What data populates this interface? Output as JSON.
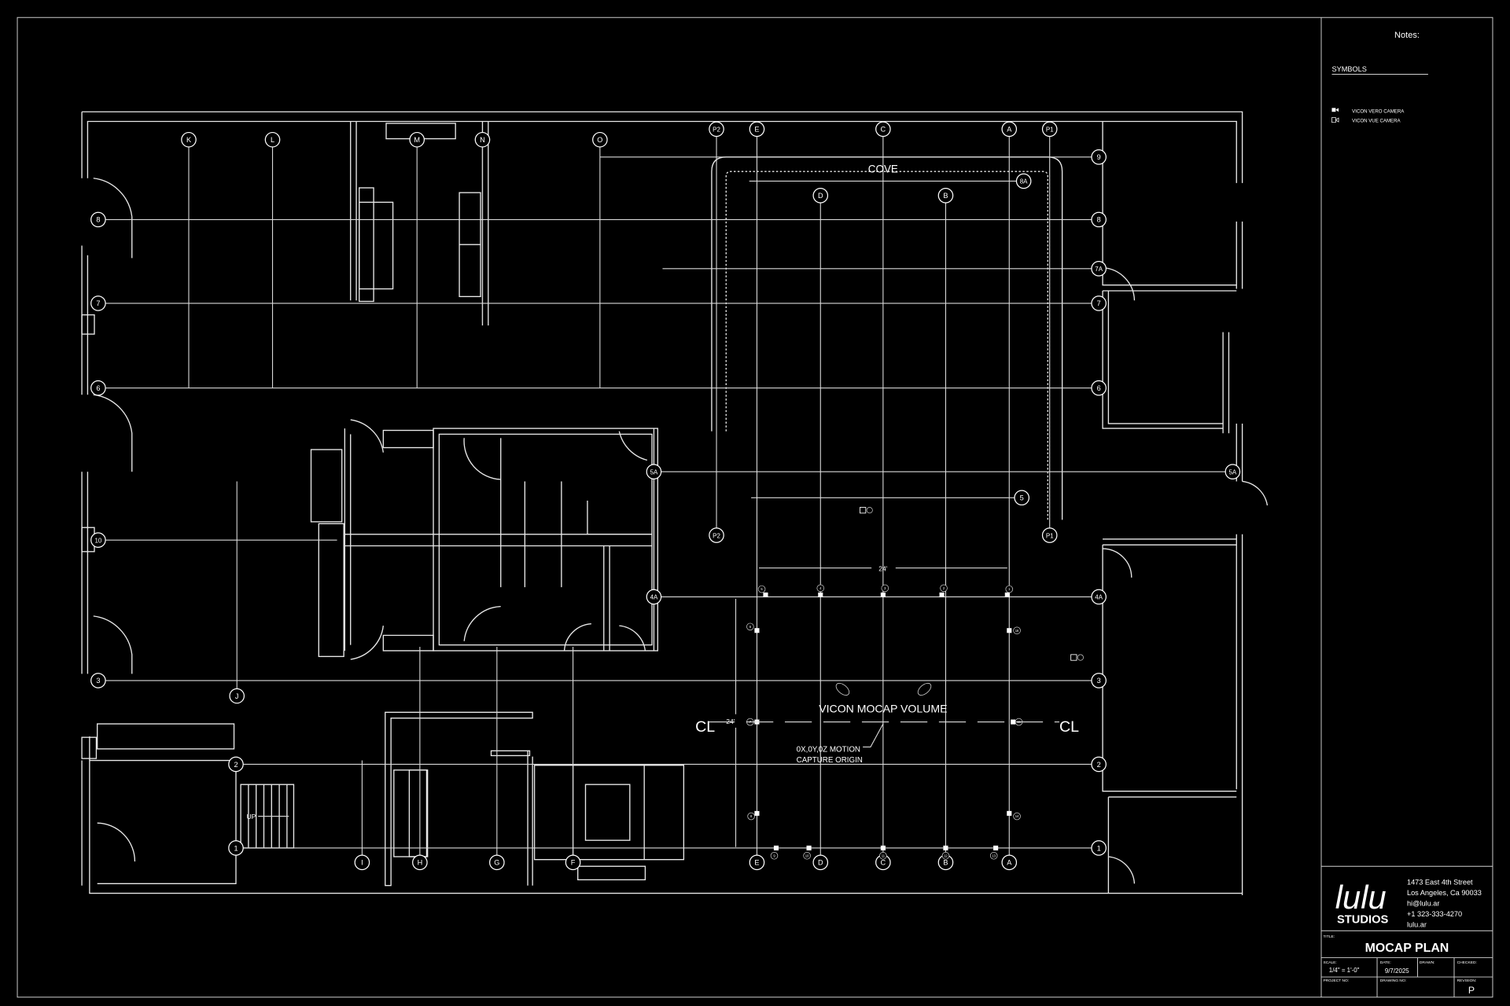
{
  "sheet": {
    "notes_label": "Notes:",
    "symbols_heading": "SYMBOLS",
    "symbols": [
      {
        "icon": "vicon-vero-camera-icon",
        "label": "VICON VERO CAMERA"
      },
      {
        "icon": "vicon-vue-camera-icon",
        "label": "VICON VUE CAMERA"
      }
    ]
  },
  "title_block": {
    "logo_script": "lulu",
    "logo_word": "STUDIOS",
    "address": [
      "1473 East 4th Street",
      "Los Angeles, Ca 90033",
      "hi@lulu.ar",
      "+1 323-333-4270",
      "lulu.ar"
    ],
    "title_label": "TITLE:",
    "title": "MOCAP PLAN",
    "scale_label": "SCALE:",
    "scale": "1/4\" = 1'-0\"",
    "date_label": "DATE:",
    "date": "9/7/2025",
    "drawn_label": "DRAWN:",
    "checked_label": "CHECKED:",
    "project_no_label": "PROJECT NO:",
    "drawing_no_label": "DRAWING NO:",
    "revision_label": "REVISION:",
    "revision": "P"
  },
  "plan": {
    "cove_label": "COVE",
    "volume_label": "VICON MOCAP VOLUME",
    "origin_label": [
      "0X,0Y,0Z MOTION",
      "CAPTURE ORIGIN"
    ],
    "dimension_width": "24'",
    "dimension_depth": "24'",
    "centerline_symbol": "CL",
    "stair_label": "UP",
    "grid_vertical": [
      "K",
      "L",
      "M",
      "N",
      "O",
      "P2",
      "E",
      "C",
      "A",
      "P1",
      "D",
      "B",
      "J",
      "I",
      "H",
      "G",
      "F"
    ],
    "grid_horizontal": [
      "9",
      "8A",
      "8",
      "7A",
      "7",
      "6",
      "5A",
      "5",
      "10",
      "4A",
      "3",
      "2",
      "1"
    ],
    "cameras": [
      "1",
      "2",
      "3",
      "4",
      "5",
      "6",
      "7",
      "8",
      "9",
      "10",
      "11",
      "12",
      "13",
      "14",
      "15",
      "16"
    ]
  }
}
